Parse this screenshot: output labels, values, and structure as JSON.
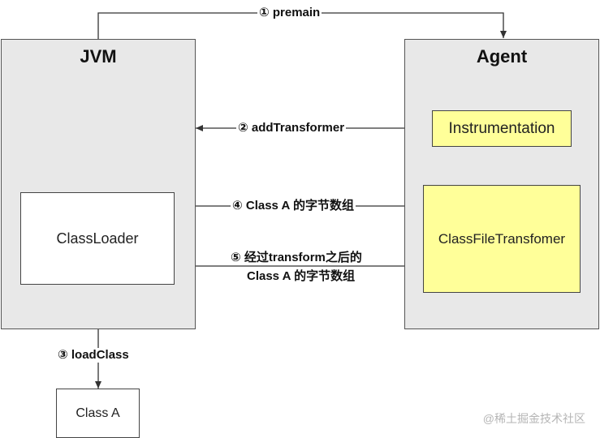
{
  "jvm": {
    "title": "JVM"
  },
  "agent": {
    "title": "Agent"
  },
  "instrumentation": {
    "label": "Instrumentation"
  },
  "class_file_transformer": {
    "label": "ClassFileTransfomer"
  },
  "class_loader": {
    "label": "ClassLoader"
  },
  "class_a": {
    "label": "Class A"
  },
  "edges": {
    "premain": "① premain",
    "add_transformer": "② addTransformer",
    "load_class": "③ loadClass",
    "bytes": "④ Class A 的字节数组",
    "transformed_line1": "⑤ 经过transform之后的",
    "transformed_line2": "Class A 的字节数组"
  },
  "watermark": "@稀土掘金技术社区"
}
